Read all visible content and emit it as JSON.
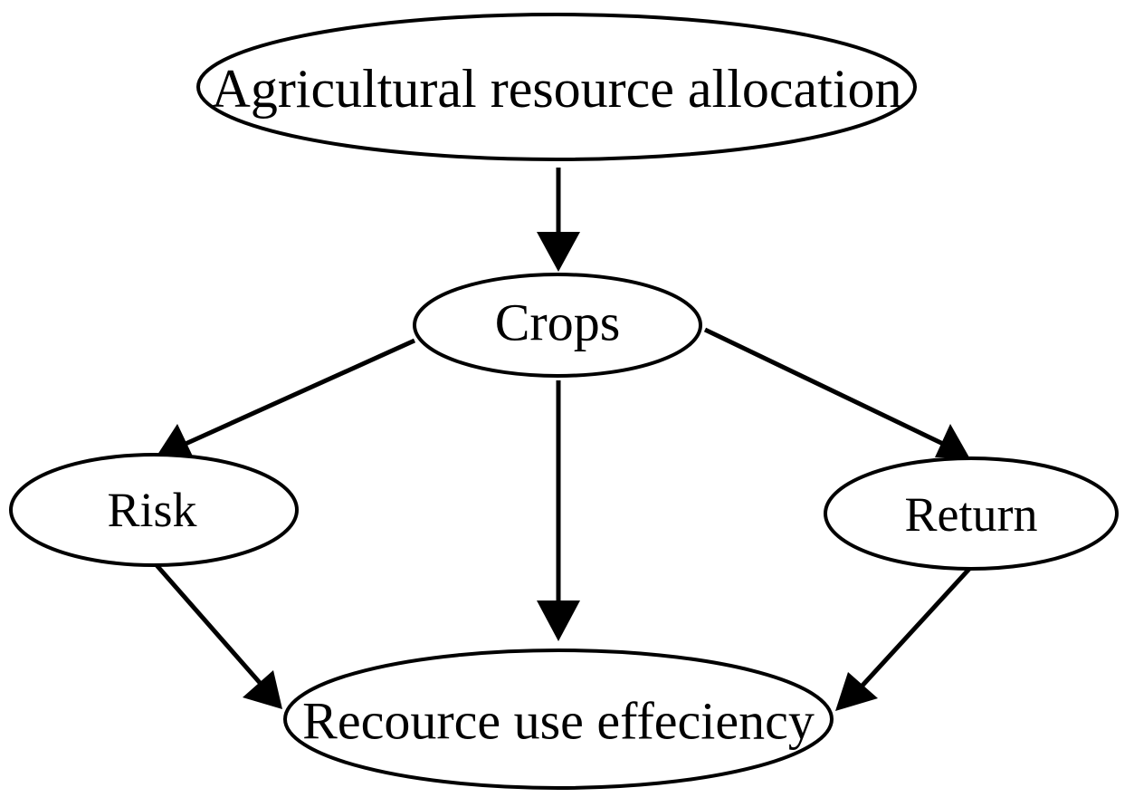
{
  "nodes": {
    "allocation": {
      "label": "Agricultural resource allocation"
    },
    "crops": {
      "label": "Crops"
    },
    "risk": {
      "label": "Risk"
    },
    "return": {
      "label": "Return"
    },
    "efficiency": {
      "label": "Recource use effeciency"
    }
  },
  "edges": [
    {
      "from": "allocation",
      "to": "crops"
    },
    {
      "from": "crops",
      "to": "risk"
    },
    {
      "from": "crops",
      "to": "efficiency"
    },
    {
      "from": "crops",
      "to": "return"
    },
    {
      "from": "risk",
      "to": "efficiency"
    },
    {
      "from": "return",
      "to": "efficiency"
    }
  ],
  "colors": {
    "stroke": "#000000",
    "fill": "#ffffff",
    "background": "#ffffff"
  }
}
